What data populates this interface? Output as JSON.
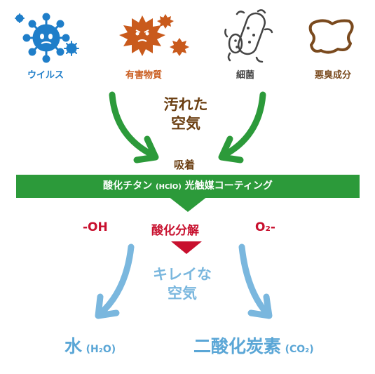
{
  "pollutants": [
    {
      "label": "ウイルス",
      "icon": "virus-icon",
      "color": "#1f7ec9"
    },
    {
      "label": "有害物質",
      "icon": "harmful-substance-icon",
      "color": "#c95a1c"
    },
    {
      "label": "細菌",
      "icon": "bacteria-icon",
      "color": "#444444"
    },
    {
      "label": "悪臭成分",
      "icon": "odor-icon",
      "color": "#7a4a1e"
    }
  ],
  "dirty_air": {
    "line1": "汚れた",
    "line2": "空気"
  },
  "adsorption": "吸着",
  "coating": {
    "part1": "酸化チタン",
    "part2": "(HClO)",
    "part3": "光触媒コーティング"
  },
  "reactions": {
    "left": "-OH",
    "center": "酸化分解",
    "right": "O₂-"
  },
  "clean_air": {
    "line1": "キレイな",
    "line2": "空気"
  },
  "products": {
    "water": {
      "name": "水",
      "formula": "(H₂O)"
    },
    "co2": {
      "name": "二酸化炭素",
      "formula": "(CO₂)"
    }
  },
  "colors": {
    "band": "#2c9a3a",
    "arrow_green": "#2c9a3a",
    "arrow_blue": "#7ab7de",
    "reaction_red": "#c8102e",
    "brown": "#6b3f12"
  }
}
